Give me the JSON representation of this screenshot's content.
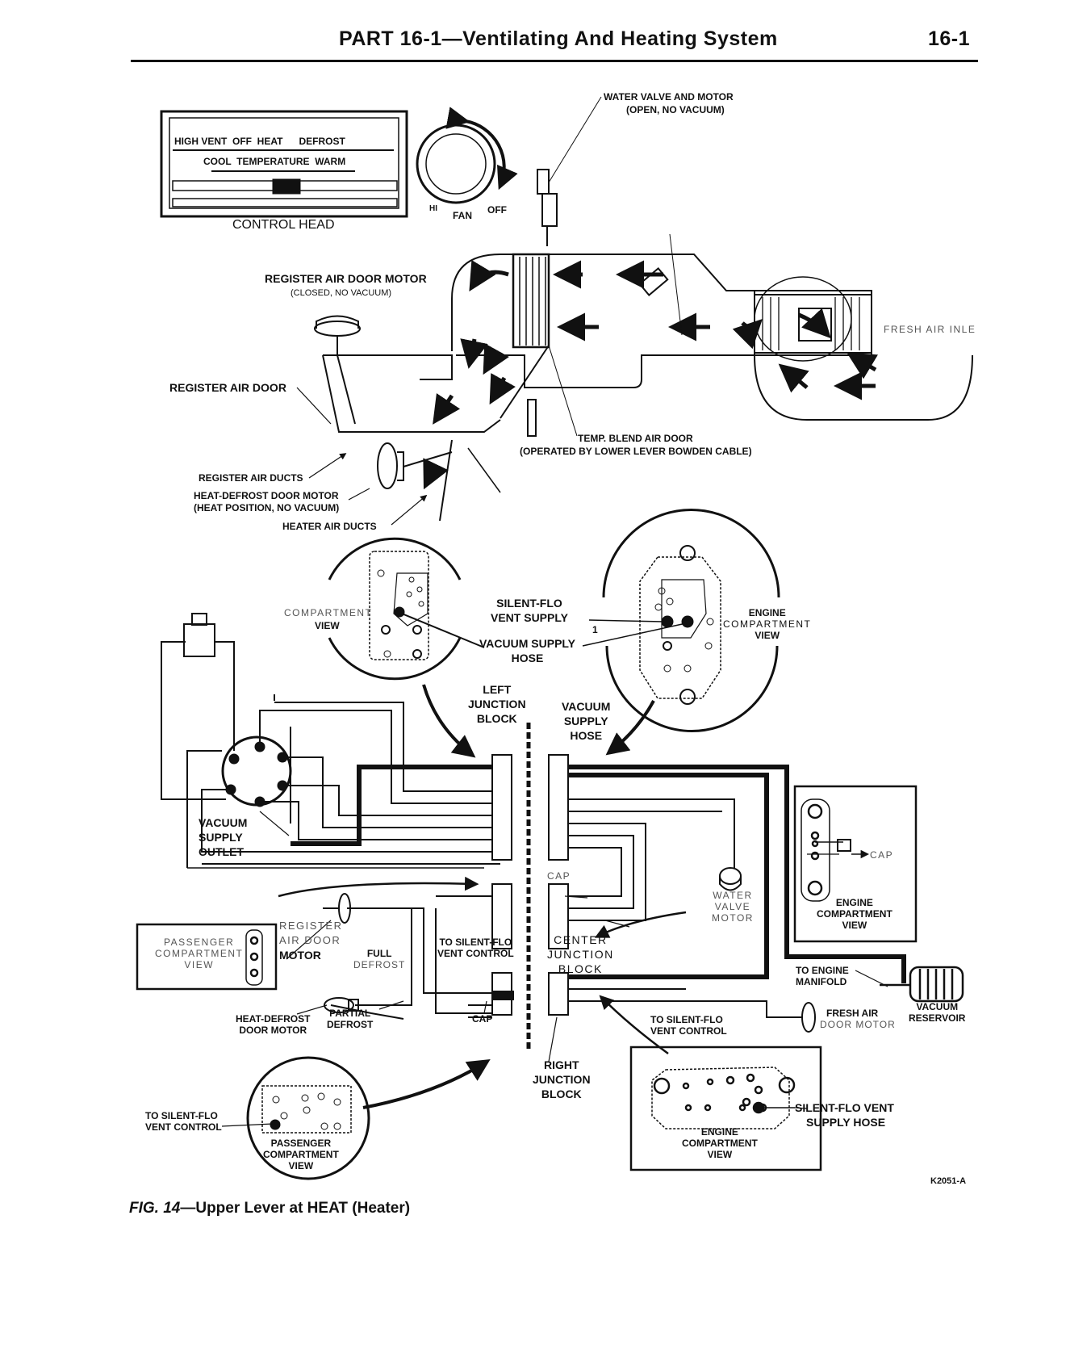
{
  "header": {
    "title": "PART 16-1—Ventilating And Heating System",
    "page": "16-1"
  },
  "control_head": {
    "modes": "HIGH VENT  OFF  HEAT      DEFROST",
    "temp": "COOL  TEMPERATURE  WARM",
    "label": "CONTROL HEAD",
    "fan": {
      "hi": "HI",
      "fan": "FAN",
      "off": "OFF"
    }
  },
  "labels": {
    "water_valve_motor": "WATER VALVE AND MOTOR",
    "water_valve_state": "(OPEN, NO VACUUM)",
    "register_air_door_motor": "REGISTER AIR DOOR MOTOR",
    "register_air_door_motor_state": "(CLOSED, NO VACUUM)",
    "register_air_door": "REGISTER AIR DOOR",
    "fresh_air_inlet": "FRESH AIR INLE",
    "temp_blend_air_door": "TEMP. BLEND AIR DOOR",
    "temp_blend_air_door_note": "(OPERATED BY LOWER LEVER BOWDEN CABLE)",
    "register_air_ducts": "REGISTER AIR DUCTS",
    "heat_defrost_door_motor": "HEAT-DEFROST DOOR MOTOR",
    "heat_defrost_door_motor_state": "(HEAT POSITION, NO VACUUM)",
    "heater_air_ducts": "HEATER AIR DUCTS",
    "compartment_view_a": "COMPARTMENT",
    "view_a": "VIEW",
    "silent_flo_vent_supply": [
      "SILENT-FLO",
      "VENT SUPPLY"
    ],
    "vacuum_supply_hose_top": [
      "VACUUM SUPPLY",
      "HOSE"
    ],
    "callout_1": "1",
    "engine_compartment_view_top": [
      "ENGINE",
      "COMPARTMENT",
      "VIEW"
    ],
    "left_junction_block": [
      "LEFT",
      "JUNCTION",
      "BLOCK"
    ],
    "vacuum_supply_hose": [
      "VACUUM",
      "SUPPLY",
      "HOSE"
    ],
    "vacuum_supply_outlet": [
      "VACUUM",
      "SUPPLY",
      "OUTLET"
    ],
    "cap_upper_right": "CAP",
    "engine_compartment_view_right": [
      "ENGINE",
      "COMPARTMENT",
      "VIEW"
    ],
    "cap_center": "CAP",
    "water_valve_motor_small": [
      "WATER",
      "VALVE",
      "MOTOR"
    ],
    "register_air_door_motor_lower": [
      "REGISTER",
      "AIR DOOR",
      "MOTOR"
    ],
    "passenger_compartment_view_left": [
      "PASSENGER",
      "COMPARTMENT",
      "VIEW"
    ],
    "full_defrost": [
      "FULL",
      "DEFROST"
    ],
    "to_silent_flo_vent_control_a": [
      "TO SILENT-FLO",
      "VENT CONTROL"
    ],
    "center_junction_block": [
      "CENTER",
      "JUNCTION",
      "BLOCK"
    ],
    "to_engine_manifold": [
      "TO ENGINE",
      "MANIFOLD"
    ],
    "vacuum_reservoir": [
      "VACUUM",
      "RESERVOIR"
    ],
    "heat_defrost_door_motor_lower": [
      "HEAT-DEFROST",
      "DOOR MOTOR"
    ],
    "partial_defrost": [
      "PARTIAL",
      "DEFROST"
    ],
    "cap_lower": "CAP",
    "to_silent_flo_vent_control_b": [
      "TO SILENT-FLO",
      "VENT CONTROL"
    ],
    "fresh_air_door_motor": [
      "FRESH AIR",
      "DOOR MOTOR"
    ],
    "right_junction_block": [
      "RIGHT",
      "JUNCTION",
      "BLOCK"
    ],
    "to_silent_flo_vent_control_c": [
      "TO SILENT-FLO",
      "VENT CONTROL"
    ],
    "passenger_compartment_view_bottom": [
      "PASSENGER",
      "COMPARTMENT",
      "VIEW"
    ],
    "silent_flo_vent_supply_hose": [
      "SILENT-FLO VENT",
      "SUPPLY HOSE"
    ],
    "engine_compartment_view_bottom": [
      "ENGINE",
      "COMPARTMENT",
      "VIEW"
    ],
    "figure_code": "K2051-A"
  },
  "caption": {
    "fig": "FIG. 14",
    "text": "—Upper Lever at HEAT (Heater)"
  }
}
